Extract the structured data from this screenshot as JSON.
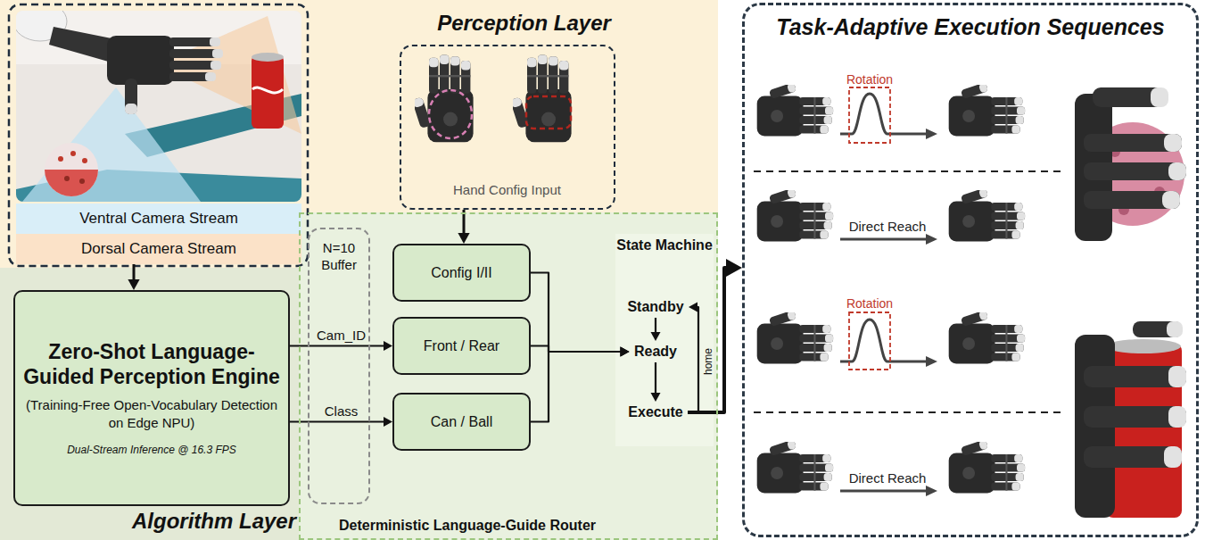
{
  "diagram": {
    "nodes": [
      {
        "text": [
          "Perception Layer"
        ]
      },
      {
        "text": [
          "Ventral Camera Stream"
        ],
        "in": 0
      },
      {
        "text": [
          "Dorsal Camera Stream"
        ],
        "in": 0
      },
      {
        "text": [
          "Hand Config Input"
        ],
        "in": 0
      },
      {
        "text": [
          "Algorithm Layer"
        ]
      },
      {
        "text": [
          "Zero-Shot Language-Guided Perception Engine",
          "(Training-Free Open-Vocabulary Detection on Edge NPU)",
          "Dual-Stream Inference @ 16.3 FPS"
        ],
        "in": 4
      },
      {
        "text": [
          "Deterministic Language-Guide Router"
        ],
        "in": 4
      },
      {
        "text": [
          "N=10 Buffer"
        ],
        "in": 6
      },
      {
        "text": [
          "Config I/II"
        ],
        "in": 6
      },
      {
        "text": [
          "Front / Rear"
        ],
        "in": 6
      },
      {
        "text": [
          "Can / Ball"
        ],
        "in": 6
      },
      {
        "text": [
          "State Machine"
        ],
        "in": 6
      },
      {
        "text": [
          "Standby"
        ],
        "in": 11
      },
      {
        "text": [
          "Ready"
        ],
        "in": 11
      },
      {
        "text": [
          "Execute"
        ],
        "in": 11
      },
      {
        "text": [
          "Task-Adaptive Execution Sequences"
        ]
      }
    ],
    "edges": [
      {
        "from": 2,
        "to": 5,
        "arrow": "to"
      },
      {
        "from": 3,
        "to": 8,
        "arrow": "to"
      },
      {
        "from": 5,
        "to": 9,
        "label": "Cam_ID",
        "arrow": "to"
      },
      {
        "from": 5,
        "to": 10,
        "label": "Class",
        "arrow": "to"
      },
      {
        "from": 8,
        "to": 13,
        "arrow": "to"
      },
      {
        "from": 9,
        "to": 13,
        "arrow": "to"
      },
      {
        "from": 10,
        "to": 13,
        "arrow": "to"
      },
      {
        "from": 12,
        "to": 13,
        "arrow": "to"
      },
      {
        "from": 13,
        "to": 14,
        "arrow": "to"
      },
      {
        "from": 14,
        "to": 12,
        "label": "home",
        "arrow": "to"
      },
      {
        "from": 14,
        "to": 15,
        "arrow": "to"
      }
    ],
    "labels": [
      "Rotation",
      "Direct Reach",
      "Rotation",
      "Direct Reach"
    ]
  }
}
